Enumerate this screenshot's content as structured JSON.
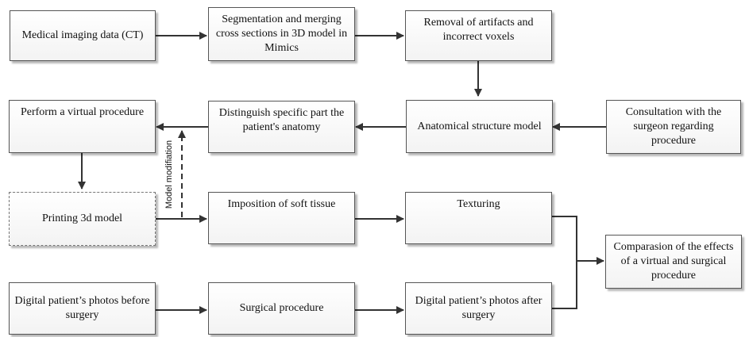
{
  "diagram": {
    "nodes": {
      "medical_imaging": "Medical imaging data (CT)",
      "segmentation": "Segmentation and merging cross sections in 3D model in Mimics",
      "removal": "Removal of artifacts and incorrect voxels",
      "virtual_procedure": "Perform a virtual procedure",
      "distinguish": "Distinguish specific part the patient's anatomy",
      "anatomical_model": "Anatomical structure model",
      "consultation": "Consultation with the surgeon regarding procedure",
      "printing": "Printing 3d model",
      "soft_tissue": "Imposition of soft tissue",
      "texturing": "Texturing",
      "comparison": "Comparasion of the effects of a virtual and surgical procedure",
      "photos_before": "Digital patient’s  photos before surgery",
      "surgical": "Surgical procedure",
      "photos_after": "Digital patient’s  photos after surgery"
    },
    "edge_label_model_modification": "Model modifiation",
    "colors": {
      "stroke": "#333333",
      "border": "#555555",
      "fill": "#f3f3f3"
    }
  }
}
